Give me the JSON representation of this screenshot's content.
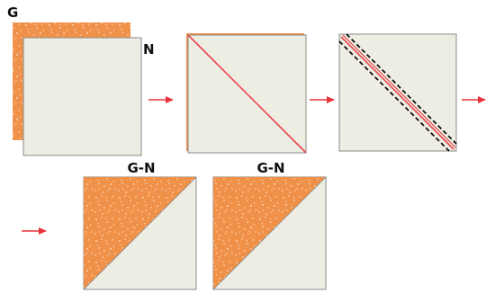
{
  "labels": {
    "fabric_g": "G",
    "fabric_n": "N",
    "result_1": "G-N",
    "result_2": "G-N"
  },
  "colors": {
    "print_fabric": "#f0914a",
    "print_speckle": "#fde6cf",
    "neutral_fabric": "#eeede4",
    "outline": "#8a8a86",
    "stitch_line": "#e64545",
    "seam_allowance": "#111111",
    "arrow": "#e8333a"
  },
  "steps": [
    {
      "description_icon": "stacked-squares",
      "layers": [
        "G",
        "N"
      ]
    },
    {
      "description_icon": "marked-diagonal-line"
    },
    {
      "description_icon": "sew-quarter-inch-both-sides"
    },
    {
      "description_icon": "cut-and-press-half-square-triangles",
      "count": 2
    }
  ]
}
